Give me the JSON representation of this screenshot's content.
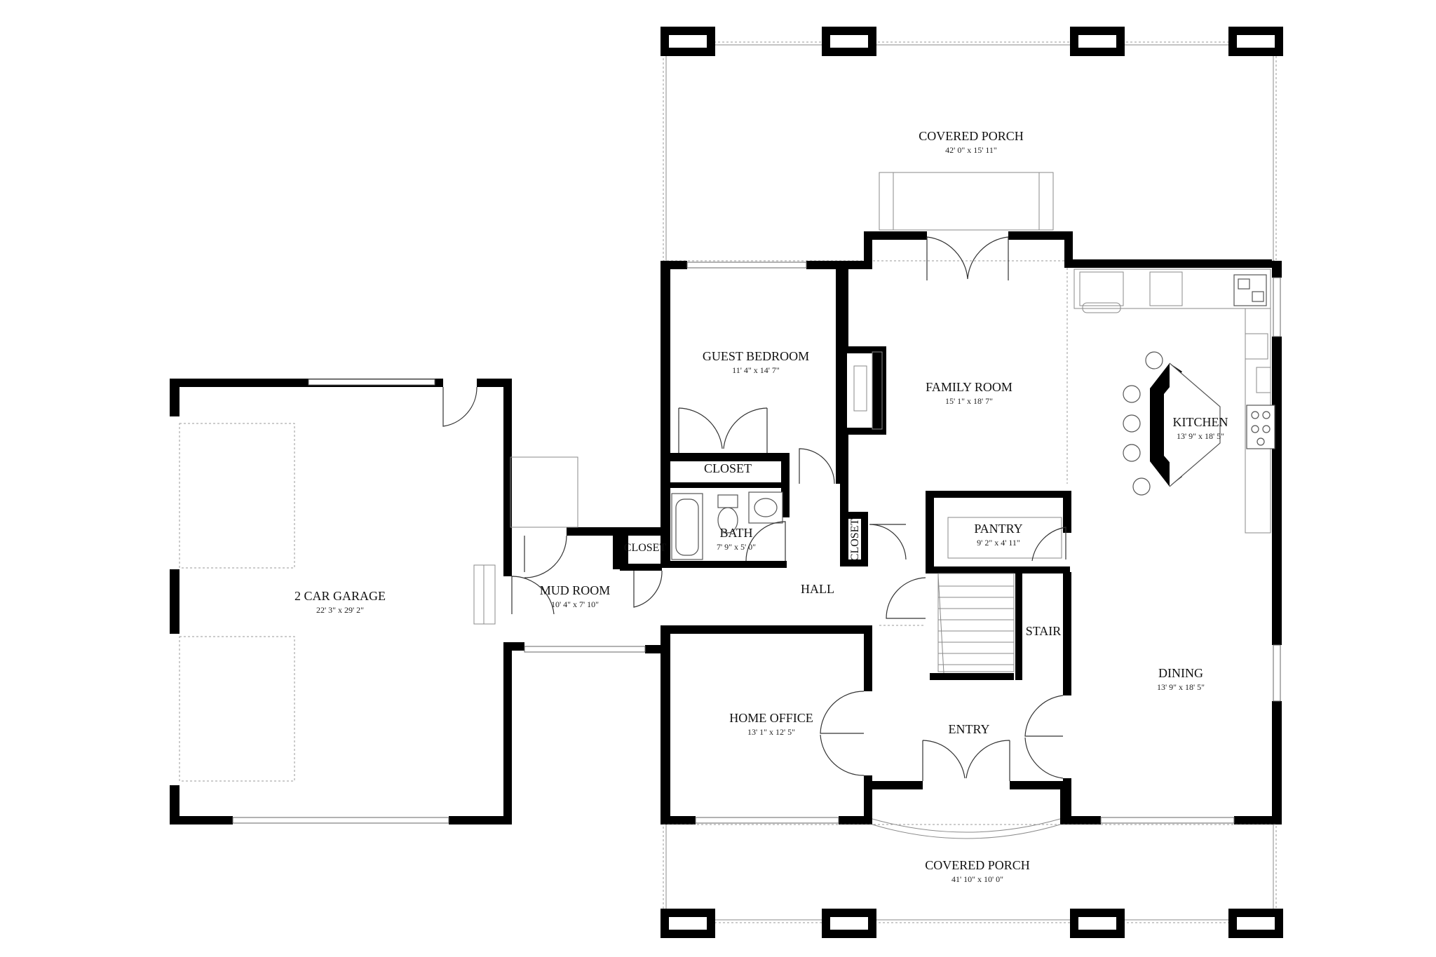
{
  "rooms": {
    "porch_back": {
      "name": "COVERED PORCH",
      "dims": "42' 0\" x 15' 11\""
    },
    "guest_bedroom": {
      "name": "GUEST BEDROOM",
      "dims": "11' 4\" x 14' 7\""
    },
    "family_room": {
      "name": "FAMILY ROOM",
      "dims": "15' 1\" x 18' 7\""
    },
    "kitchen": {
      "name": "KITCHEN",
      "dims": "13' 9\" x 18' 5\""
    },
    "closet_bed": {
      "name": "CLOSET"
    },
    "bath": {
      "name": "BATH",
      "dims": "7' 9\" x 5' 0\""
    },
    "closet_small": {
      "name": "CLOSET"
    },
    "closet_vert": {
      "name": "CLOSET"
    },
    "pantry": {
      "name": "PANTRY",
      "dims": "9' 2\" x 4' 11\""
    },
    "garage": {
      "name": "2 CAR GARAGE",
      "dims": "22' 3\" x 29' 2\""
    },
    "mud_room": {
      "name": "MUD ROOM",
      "dims": "10' 4\" x 7' 10\""
    },
    "hall": {
      "name": "HALL"
    },
    "stair": {
      "name": "STAIR"
    },
    "dining": {
      "name": "DINING",
      "dims": "13' 9\" x 18' 5\""
    },
    "home_office": {
      "name": "HOME OFFICE",
      "dims": "13' 1\" x 12' 5\""
    },
    "entry": {
      "name": "ENTRY"
    },
    "porch_front": {
      "name": "COVERED PORCH",
      "dims": "41' 10\" x 10' 0\""
    }
  }
}
